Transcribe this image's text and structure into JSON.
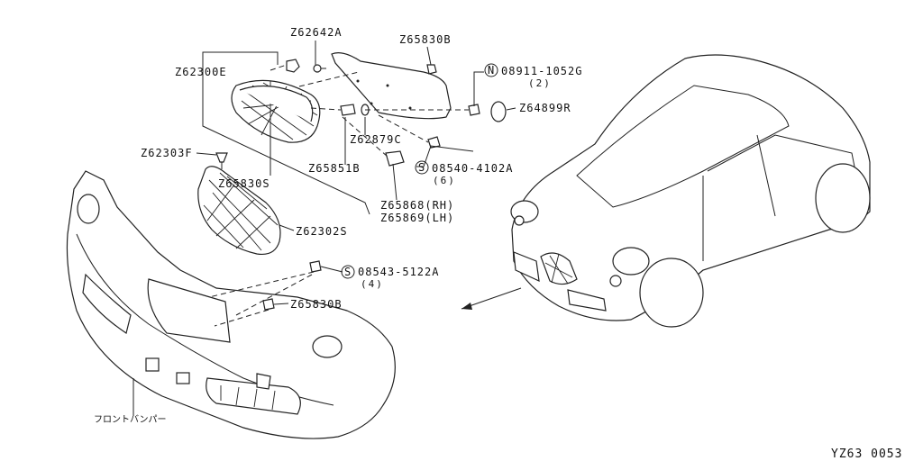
{
  "diagram": {
    "code": "YZ63  0053",
    "callouts": {
      "z62642a": "Z62642A",
      "z65830b_top": "Z65830B",
      "z62300e": "Z62300E",
      "n08911": "08911-1052G",
      "n08911_qty": "(2)",
      "n_symbol": "N",
      "z64899r": "Z64899R",
      "z62879c": "Z62879C",
      "z62303f": "Z62303F",
      "s08540": "08540-4102A",
      "s08540_qty": "(6)",
      "s_symbol": "S",
      "z65830s": "Z65830S",
      "z65851b": "Z65851B",
      "z65868": "Z65868(RH)",
      "z65869": "Z65869(LH)",
      "z62302s": "Z62302S",
      "s08543": "08543-5122A",
      "s08543_qty": "(4)",
      "z65830b_bottom": "Z65830B",
      "front_bumper": "フロントバンパー"
    }
  }
}
